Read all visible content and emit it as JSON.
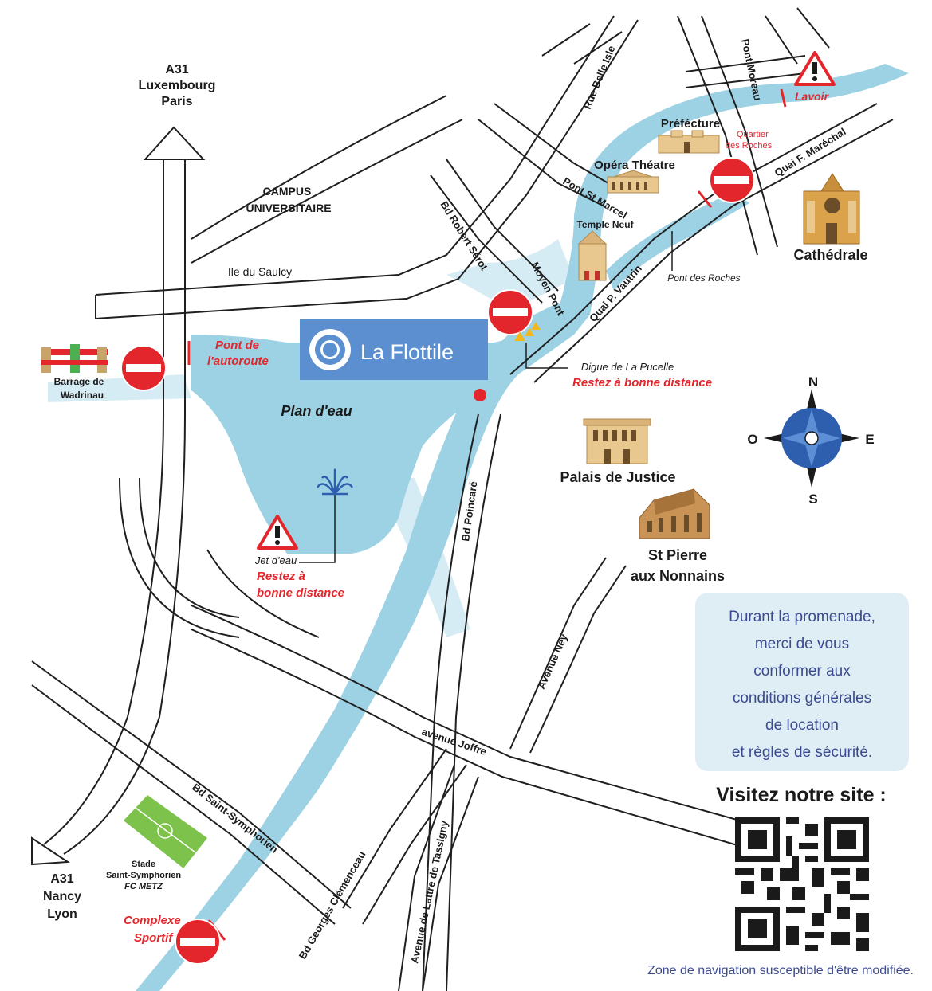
{
  "map": {
    "brand": {
      "name": "La Flottile",
      "panel_color": "#5b8fd0"
    },
    "colors": {
      "water": "#9dd1e4",
      "water_light": "#d6ecf4",
      "road_outline": "#1f1f1f",
      "warning_red": "#e3262b",
      "info_blue": "#3c4a8f"
    },
    "labels": {
      "a31_north": [
        "A31",
        "Luxembourg",
        "Paris"
      ],
      "a31_south": [
        "A31",
        "Nancy",
        "Lyon"
      ],
      "campus": [
        "CAMPUS",
        "UNIVERSITAIRE"
      ],
      "ile_saulcy": "Ile du Saulcy",
      "plan_eau": "Plan d'eau",
      "pont_autoroute": [
        "Pont de",
        "l'autoroute"
      ],
      "barrage": [
        "Barrage de",
        "Wadrinau"
      ],
      "jet_eau": "Jet d'eau",
      "jet_warning": [
        "Restez à",
        "bonne distance"
      ],
      "digue": "Digue de La Pucelle",
      "digue_warning": "Restez à bonne distance",
      "prefecture": "Préfécture",
      "quartier": [
        "Quartier",
        "des Roches"
      ],
      "opera": "Opéra Théatre",
      "temple": "Temple Neuf",
      "pont_roches": "Pont des Roches",
      "cathedrale": "Cathédrale",
      "palais": "Palais de Justice",
      "st_pierre": [
        "St Pierre",
        "aux Nonnains"
      ],
      "lavoir": "Lavoir",
      "stade": [
        "Stade",
        "Saint-Symphorien",
        "FC METZ"
      ],
      "complexe": [
        "Complexe",
        "Sportif"
      ]
    },
    "streets": {
      "rue_belle_isle": "Rue Belle Isle",
      "pont_moreau": "Pont Moreau",
      "quai_marechal": "Quai F. Maréchal",
      "pont_st_marcel": "Pont St Marcel",
      "bd_robert_serot": "Bd Robert Sérot",
      "moyen_pont": "Moyen Pont",
      "quai_vautrin": "Quai P. Vautrin",
      "bd_poincare": "Bd Poincaré",
      "avenue_ney": "Avenue Ney",
      "avenue_joffre": "avenue Joffre",
      "bd_st_symphorien": "Bd Saint-Symphorien",
      "bd_clemenceau": "Bd Georges Clémenceau",
      "av_lattre": "Avenue de Lattre de Tassigny"
    },
    "compass": {
      "n": "N",
      "s": "S",
      "e": "E",
      "o": "O"
    }
  },
  "info": {
    "lines": [
      "Durant la promenade,",
      "merci de vous",
      "conformer aux",
      "conditions générales",
      "de location",
      "et règles de sécurité."
    ]
  },
  "visit": "Visitez notre site :",
  "disclaimer": "Zone de navigation susceptible d'être modifiée.",
  "icons": [
    "no-entry-icon",
    "warning-icon",
    "fountain-icon",
    "compass-icon",
    "qr-code-icon",
    "lifebuoy-icon"
  ]
}
